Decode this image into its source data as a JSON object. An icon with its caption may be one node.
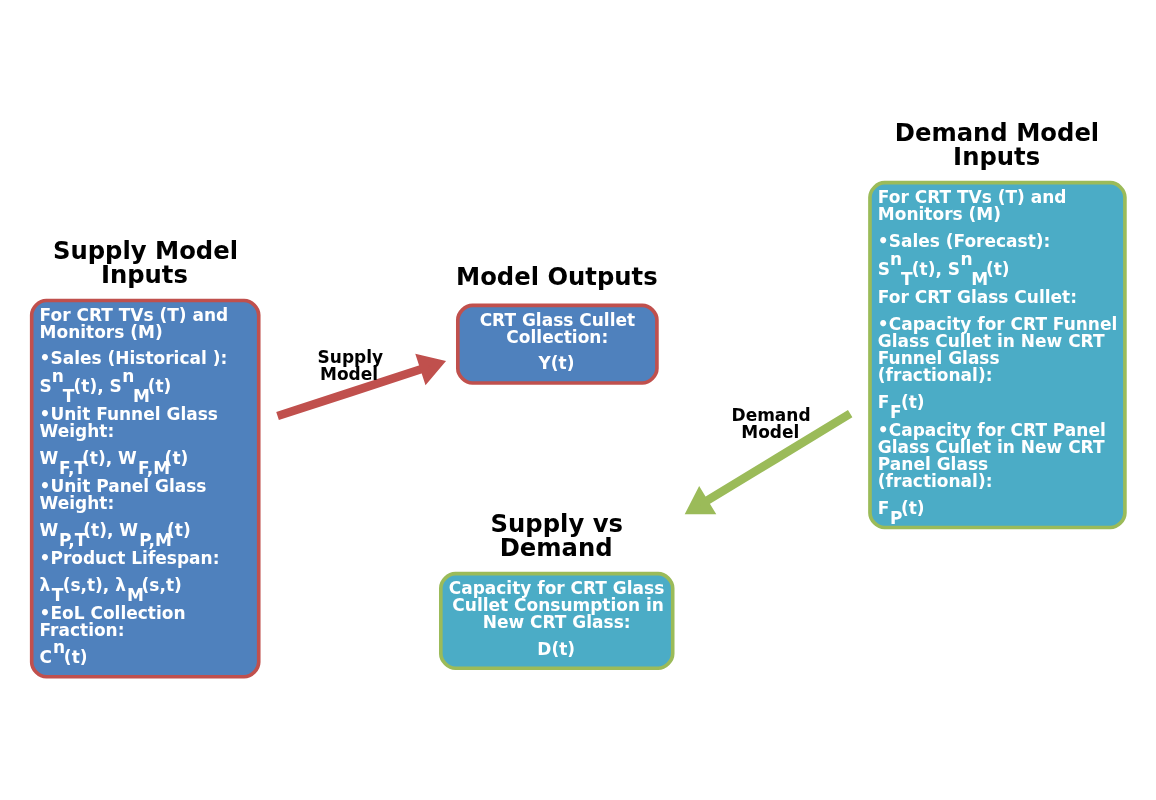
{
  "diagram": {
    "nodes": [
      {
        "text": [
          "Supply Model Inputs",
          "For CRT TVs (T) and Monitors (M)",
          "•Sales (Historical ):",
          "S$^{n}$$_{T}$(t), S$^{n}$$_{M}$(t)",
          "•Unit Funnel Glass Weight:",
          "W$_{F,T}$(t), W$_{F,M}$(t)",
          "•Unit Panel Glass Weight:",
          "W$_{P,T}$(t), W$_{P,M}$(t)",
          "•Product Lifespan:",
          "λ$_{T}$(s,t), λ$_{M}$(s,t)",
          "•EoL Collection Fraction:",
          "C$^{n}$(t)"
        ]
      },
      {
        "text": [
          "Model Outputs",
          "CRT Glass Cullet Collection:",
          "Y(t)"
        ]
      },
      {
        "text": [
          "Supply vs Demand",
          "Capacity for CRT Glass Cullet Consumption in New CRT Glass:",
          "D(t)"
        ]
      },
      {
        "text": [
          "Demand Model Inputs",
          "For CRT TVs (T) and Monitors (M)",
          "•Sales (Forecast):",
          "S$^{n}$$_{T}$(t), S$^{n}$$_{M}$(t)",
          "For CRT Glass Cullet:",
          "•Capacity for CRT Funnel Glass Cullet in New CRT Funnel Glass (fractional):",
          "F$_{F}$(t)",
          "•Capacity for CRT Panel Glass Cullet in New CRT Panel Glass (fractional):",
          "F$_{P}$(t)"
        ]
      }
    ],
    "edges": [
      {
        "from": 0,
        "to": 1,
        "arrow": "to",
        "label": "Supply Model",
        "color": "#c0504d"
      },
      {
        "from": 3,
        "to": 2,
        "arrow": "to",
        "label": "Demand Model",
        "color": "#9bbb59"
      }
    ]
  }
}
